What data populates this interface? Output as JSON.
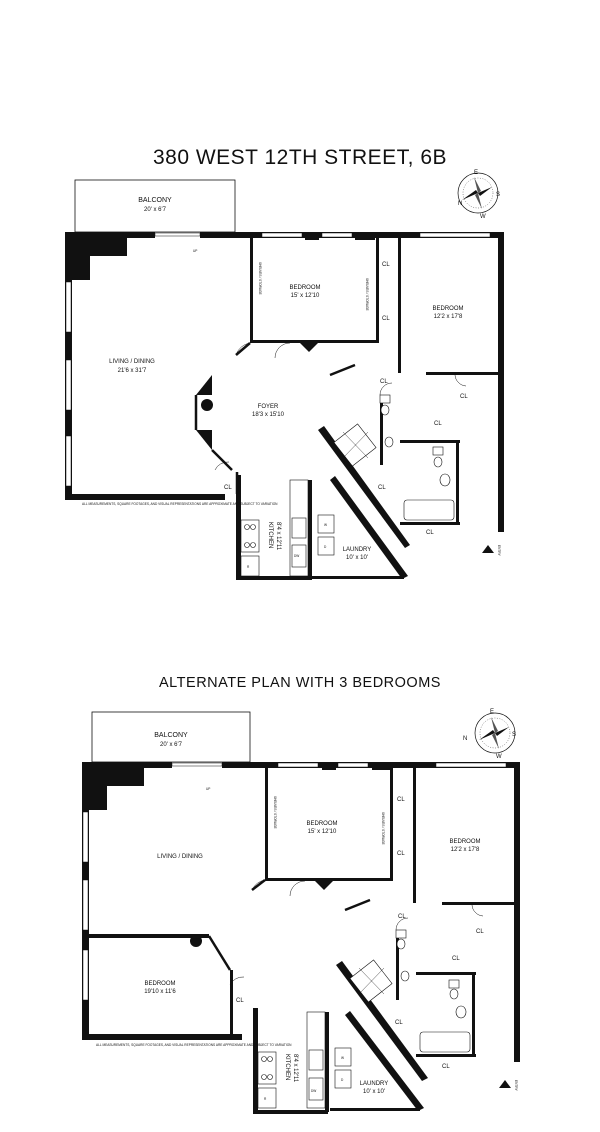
{
  "title": "380 WEST 12TH STREET, 6B",
  "alternate_title": "ALTERNATE PLAN WITH 3 BEDROOMS",
  "compass": {
    "letters": [
      "N",
      "E",
      "S",
      "W"
    ]
  },
  "disclaimer": "ALL MEASUREMENTS, SQUARE FOOTAGES, AND VISUAL REPRESENTATIONS ARE APPROXIMATE AND SUBJECT TO VARIATION",
  "plan1": {
    "balcony": {
      "name": "BALCONY",
      "dims": "20' x 6'7"
    },
    "up": "UP",
    "living": {
      "name": "LIVING / DINING",
      "dims": "21'6 x 31'7"
    },
    "foyer": {
      "name": "FOYER",
      "dims": "18'3 x 15'10"
    },
    "bedroom_a": {
      "name": "BEDROOM",
      "dims": "15' x 12'10"
    },
    "bedroom_b": {
      "name": "BEDROOM",
      "dims": "12'2 x 17'8"
    },
    "shelves": "SHELVES / STORAGE",
    "closet": "CL",
    "kitchen": {
      "name": "KITCHEN",
      "dims": "8'4 x 12'11"
    },
    "laundry": {
      "name": "LAUNDRY",
      "dims": "10' x 10'"
    },
    "w": "W",
    "d": "D",
    "r": "R",
    "dw": "DW",
    "entry": "ENTRY"
  },
  "plan2": {
    "balcony": {
      "name": "BALCONY",
      "dims": "20' x 6'7"
    },
    "up": "UP",
    "living": {
      "name": "LIVING / DINING"
    },
    "bedroom_new": {
      "name": "BEDROOM",
      "dims": "19'10 x 11'6"
    },
    "bedroom_a": {
      "name": "BEDROOM",
      "dims": "15' x 12'10"
    },
    "bedroom_b": {
      "name": "BEDROOM",
      "dims": "12'2 x 17'8"
    },
    "shelves": "SHELVES / STORAGE",
    "closet": "CL",
    "kitchen": {
      "name": "KITCHEN",
      "dims": "8'4 x 12'11"
    },
    "laundry": {
      "name": "LAUNDRY",
      "dims": "10' x 10'"
    },
    "w": "W",
    "d": "D",
    "r": "R",
    "dw": "DW",
    "entry": "ENTRY"
  }
}
